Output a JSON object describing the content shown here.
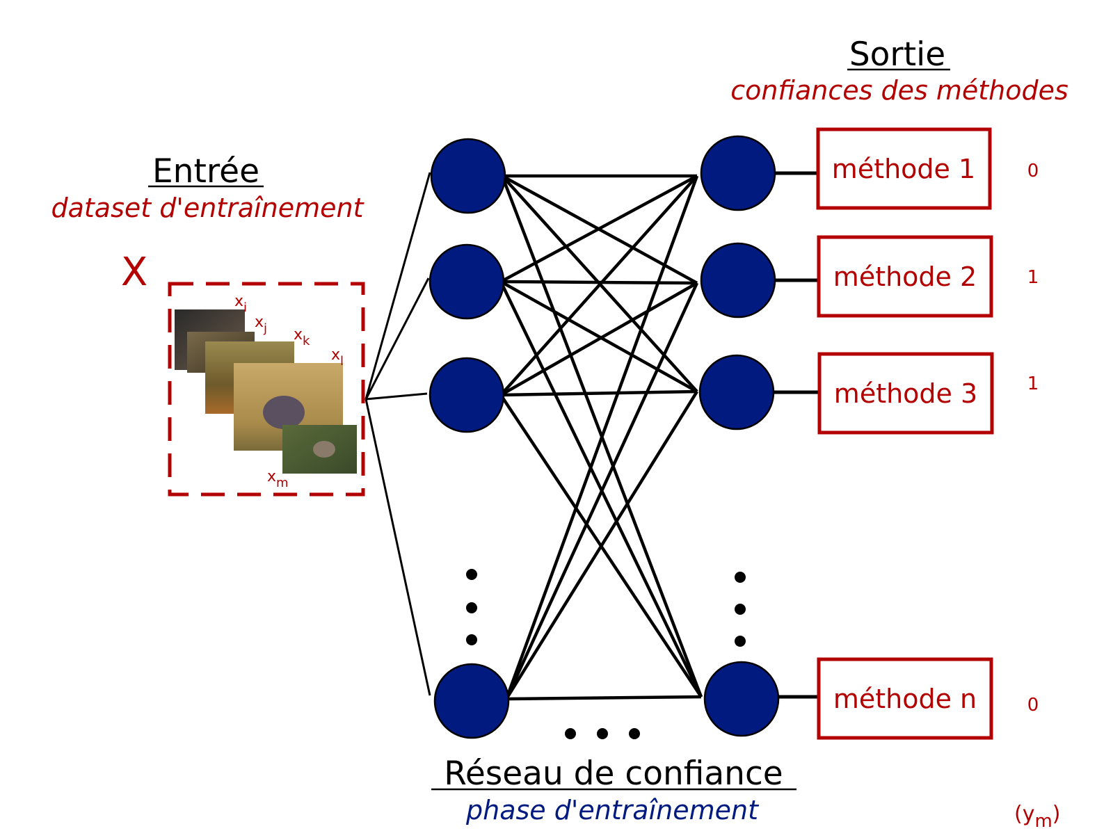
{
  "input": {
    "title": "Entrée",
    "subtitle": "dataset d'entraînement",
    "set_label": "X",
    "sample_labels": [
      {
        "base": "x",
        "sub": "i"
      },
      {
        "base": "x",
        "sub": "j"
      },
      {
        "base": "x",
        "sub": "k"
      },
      {
        "base": "x",
        "sub": "l"
      },
      {
        "base": "x",
        "sub": "m"
      }
    ]
  },
  "output": {
    "title": "Sortie",
    "subtitle": "confiances des méthodes",
    "methods": [
      {
        "label": "méthode 1",
        "value": "0"
      },
      {
        "label": "méthode 2",
        "value": "1"
      },
      {
        "label": "méthode 3",
        "value": "1"
      },
      {
        "label": "méthode n",
        "value": "0"
      }
    ],
    "vector_label": {
      "base": "(y",
      "sub": "m",
      "close": ")"
    }
  },
  "network": {
    "title": "Réseau de confiance",
    "subtitle": "phase d'entraînement"
  },
  "colors": {
    "accent_red": "#b30000",
    "node_fill": "#001a80",
    "node_stroke": "#000000",
    "phase_blue": "#001a80"
  }
}
